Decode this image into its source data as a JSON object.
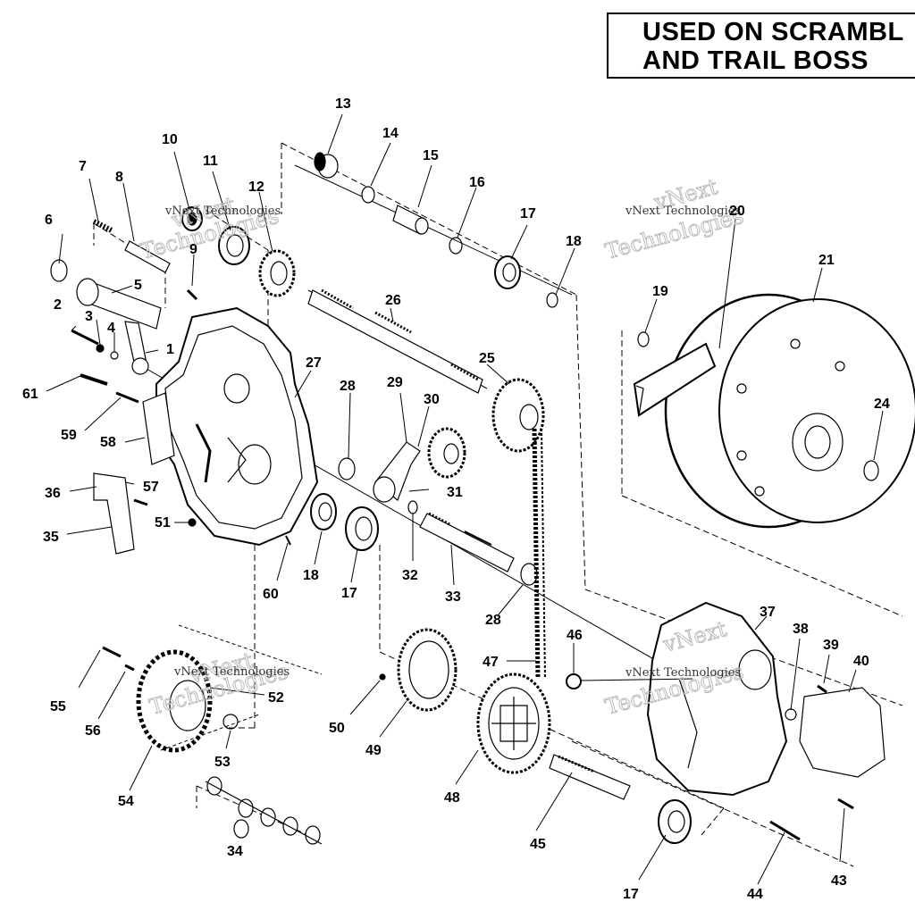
{
  "header": {
    "line1": "USED ON SCRAMBL",
    "line2": "AND TRAIL BOSS"
  },
  "watermark": {
    "small": "vNext Technologies",
    "big_top": "vNext",
    "big_bottom": "Technologies"
  },
  "callouts": [
    "1",
    "2",
    "3",
    "4",
    "5",
    "6",
    "7",
    "8",
    "9",
    "10",
    "11",
    "12",
    "13",
    "14",
    "15",
    "16",
    "17",
    "17",
    "17",
    "18",
    "18",
    "19",
    "20",
    "21",
    "24",
    "25",
    "26",
    "27",
    "28",
    "28",
    "29",
    "30",
    "31",
    "32",
    "33",
    "34",
    "35",
    "36",
    "37",
    "38",
    "39",
    "40",
    "43",
    "44",
    "45",
    "46",
    "47",
    "48",
    "49",
    "50",
    "51",
    "52",
    "53",
    "54",
    "55",
    "56",
    "57",
    "58",
    "59",
    "60",
    "61"
  ]
}
